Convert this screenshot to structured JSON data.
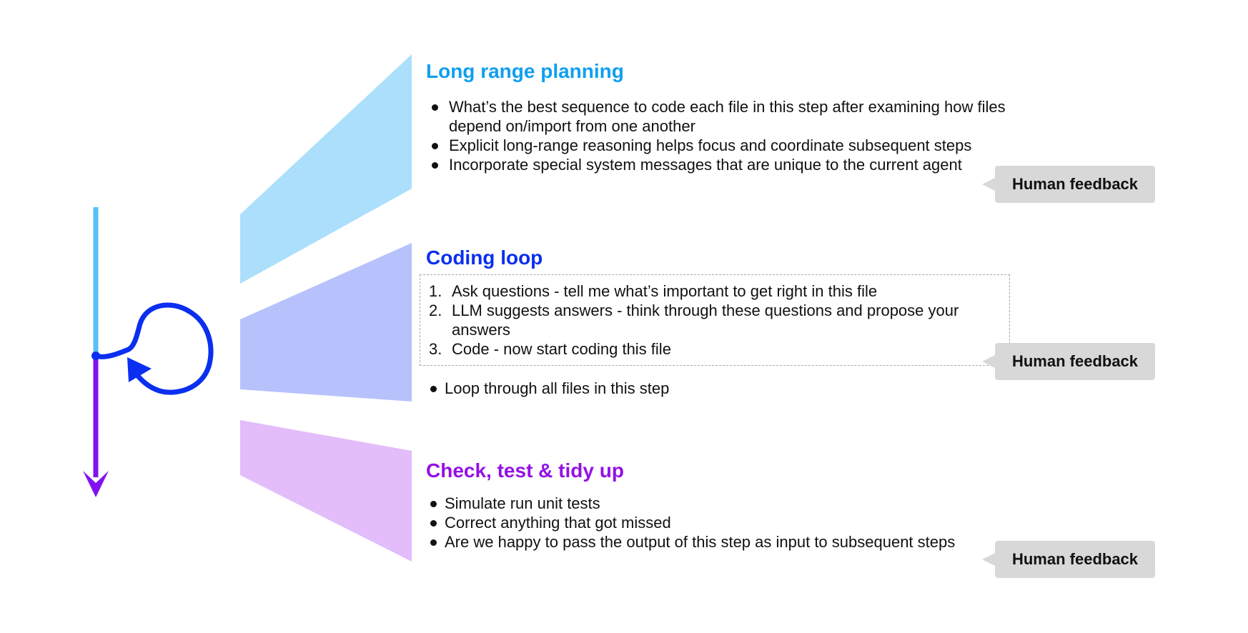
{
  "colors": {
    "planning_title": "#119fef",
    "coding_title": "#0a2ff0",
    "check_title": "#9410e6",
    "planning_band": "#abdffb",
    "coding_band": "#b7c2fc",
    "check_band": "#e3bcfa",
    "timeline_top": "#56c1f7",
    "timeline_bottom": "#8212f0",
    "loop_arrow": "#0a2ff0",
    "feedback_bg": "#d8d8d8"
  },
  "icons": {
    "timeline_arrow": "arrow-down-icon",
    "loop": "loop-arrow-icon",
    "callout_pointer": "triangle-left-icon"
  },
  "sections": {
    "planning": {
      "title": "Long range planning",
      "bullets": [
        "What’s the best sequence to code each file in this step after examining how files depend on/import from one another",
        "Explicit long-range reasoning helps focus and coordinate subsequent steps",
        "Incorporate special system messages that are unique to the current agent"
      ],
      "feedback": "Human feedback"
    },
    "coding": {
      "title": "Coding loop",
      "steps": [
        {
          "num": "1.",
          "text": "Ask questions - tell me what’s important to get right in this file"
        },
        {
          "num": "2.",
          "text": "LLM suggests answers - think through these questions and propose your answers"
        },
        {
          "num": "3.",
          "text": "Code - now start coding this file"
        }
      ],
      "extra_bullets": [
        "Loop through all files in this step"
      ],
      "feedback": "Human feedback"
    },
    "check": {
      "title": "Check, test & tidy up",
      "bullets": [
        "Simulate run unit tests",
        "Correct anything that got missed",
        "Are we happy to pass the output of this step as input to subsequent steps"
      ],
      "feedback": "Human feedback"
    }
  }
}
